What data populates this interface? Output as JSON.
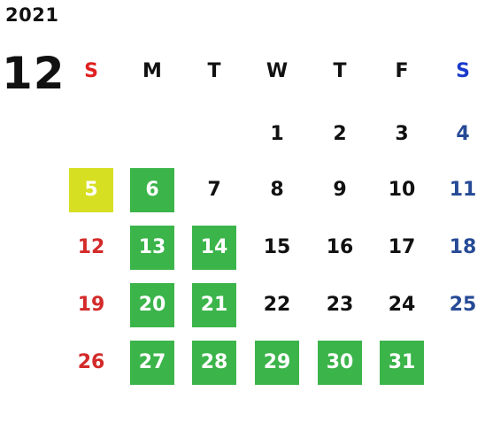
{
  "calendar": {
    "year": "2021",
    "month": "12",
    "weekdays": [
      "S",
      "M",
      "T",
      "W",
      "T",
      "F",
      "S"
    ],
    "highlight_colors": {
      "green": "#3bb44a",
      "yellow": "#d6df22",
      "sunday": "#d42a2a",
      "saturday": "#264a96"
    },
    "weeks": [
      [
        {
          "day": ""
        },
        {
          "day": ""
        },
        {
          "day": ""
        },
        {
          "day": "1"
        },
        {
          "day": "2"
        },
        {
          "day": "3"
        },
        {
          "day": "4"
        }
      ],
      [
        {
          "day": "5",
          "highlight": "yellow"
        },
        {
          "day": "6",
          "highlight": "green"
        },
        {
          "day": "7"
        },
        {
          "day": "8"
        },
        {
          "day": "9"
        },
        {
          "day": "10"
        },
        {
          "day": "11"
        }
      ],
      [
        {
          "day": "12"
        },
        {
          "day": "13",
          "highlight": "green"
        },
        {
          "day": "14",
          "highlight": "green"
        },
        {
          "day": "15"
        },
        {
          "day": "16"
        },
        {
          "day": "17"
        },
        {
          "day": "18"
        }
      ],
      [
        {
          "day": "19"
        },
        {
          "day": "20",
          "highlight": "green"
        },
        {
          "day": "21",
          "highlight": "green"
        },
        {
          "day": "22"
        },
        {
          "day": "23"
        },
        {
          "day": "24"
        },
        {
          "day": "25"
        }
      ],
      [
        {
          "day": "26"
        },
        {
          "day": "27",
          "highlight": "green"
        },
        {
          "day": "28",
          "highlight": "green"
        },
        {
          "day": "29",
          "highlight": "green"
        },
        {
          "day": "30",
          "highlight": "green"
        },
        {
          "day": "31",
          "highlight": "green"
        },
        {
          "day": ""
        }
      ]
    ]
  }
}
